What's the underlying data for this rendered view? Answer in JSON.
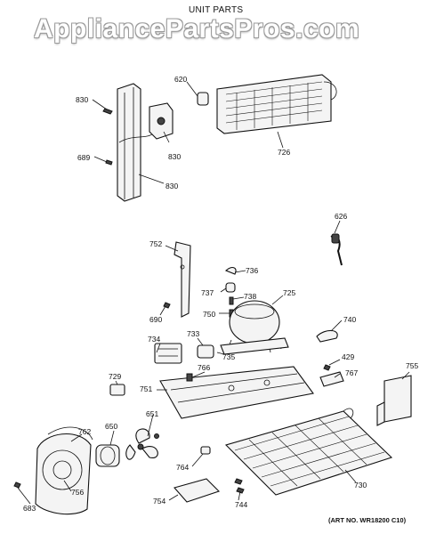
{
  "watermark": "AppliancePartsPros.com",
  "title": "UNIT PARTS",
  "art_number": "(ART NO. WR18200 C10)",
  "callouts": [
    {
      "id": "c620",
      "label": "620"
    },
    {
      "id": "c830a",
      "label": "830"
    },
    {
      "id": "c830b",
      "label": "830"
    },
    {
      "id": "c830c",
      "label": "830"
    },
    {
      "id": "c689",
      "label": "689"
    },
    {
      "id": "c726",
      "label": "726"
    },
    {
      "id": "c626",
      "label": "626"
    },
    {
      "id": "c752",
      "label": "752"
    },
    {
      "id": "c736",
      "label": "736"
    },
    {
      "id": "c737",
      "label": "737"
    },
    {
      "id": "c738",
      "label": "738"
    },
    {
      "id": "c725",
      "label": "725"
    },
    {
      "id": "c690",
      "label": "690"
    },
    {
      "id": "c750",
      "label": "750"
    },
    {
      "id": "c740",
      "label": "740"
    },
    {
      "id": "c734",
      "label": "734"
    },
    {
      "id": "c733",
      "label": "733"
    },
    {
      "id": "c735",
      "label": "735"
    },
    {
      "id": "c429",
      "label": "429"
    },
    {
      "id": "c767",
      "label": "767"
    },
    {
      "id": "c755",
      "label": "755"
    },
    {
      "id": "c729",
      "label": "729"
    },
    {
      "id": "c766",
      "label": "766"
    },
    {
      "id": "c751",
      "label": "751"
    },
    {
      "id": "c651",
      "label": "651"
    },
    {
      "id": "c762",
      "label": "762"
    },
    {
      "id": "c650",
      "label": "650"
    },
    {
      "id": "c764",
      "label": "764"
    },
    {
      "id": "c730",
      "label": "730"
    },
    {
      "id": "c756",
      "label": "756"
    },
    {
      "id": "c754",
      "label": "754"
    },
    {
      "id": "c744",
      "label": "744"
    },
    {
      "id": "c683",
      "label": "683"
    }
  ]
}
